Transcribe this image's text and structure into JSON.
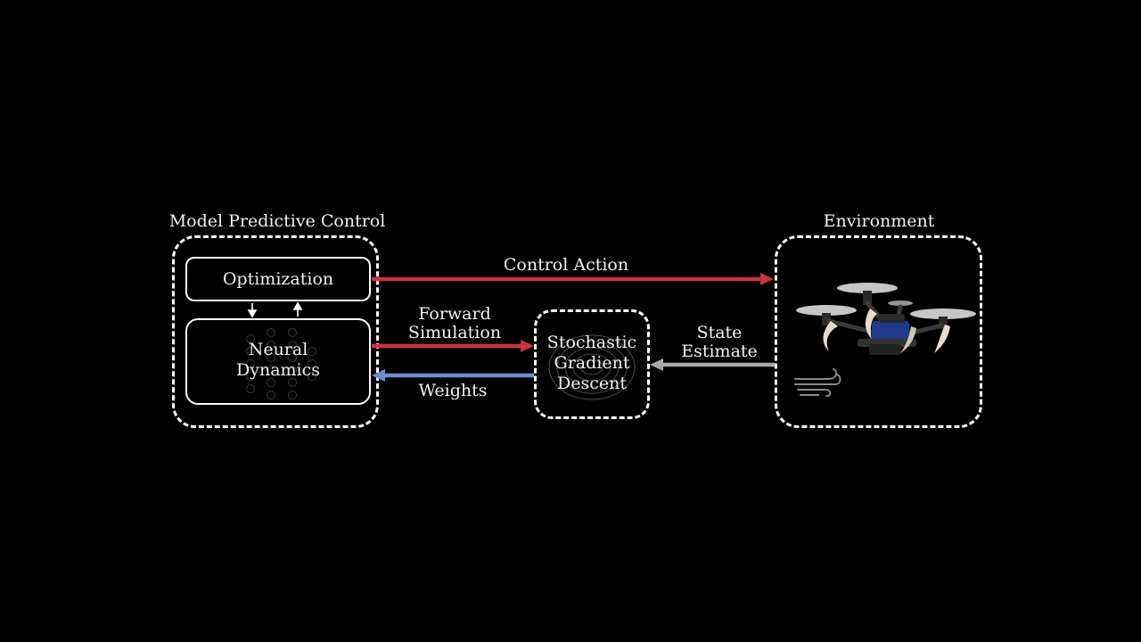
{
  "diagram": {
    "mpc": {
      "title": "Model Predictive Control",
      "optimization": "Optimization",
      "neural_line1": "Neural",
      "neural_line2": "Dynamics"
    },
    "sgd": {
      "line1": "Stochastic",
      "line2": "Gradient",
      "line3": "Descent"
    },
    "environment": {
      "title": "Environment"
    },
    "edges": {
      "control_action": "Control Action",
      "forward_line1": "Forward",
      "forward_line2": "Simulation",
      "weights": "Weights",
      "state_line1": "State",
      "state_line2": "Estimate"
    },
    "colors": {
      "control_arrow": "#c8353e",
      "forward_arrow": "#c8353e",
      "weights_arrow": "#6f8fd0",
      "state_arrow": "#a9a9a9"
    },
    "icons": [
      "quadrotor-drone-icon",
      "wind-icon",
      "neural-network-nodes-icon",
      "contour-rings-icon"
    ]
  }
}
